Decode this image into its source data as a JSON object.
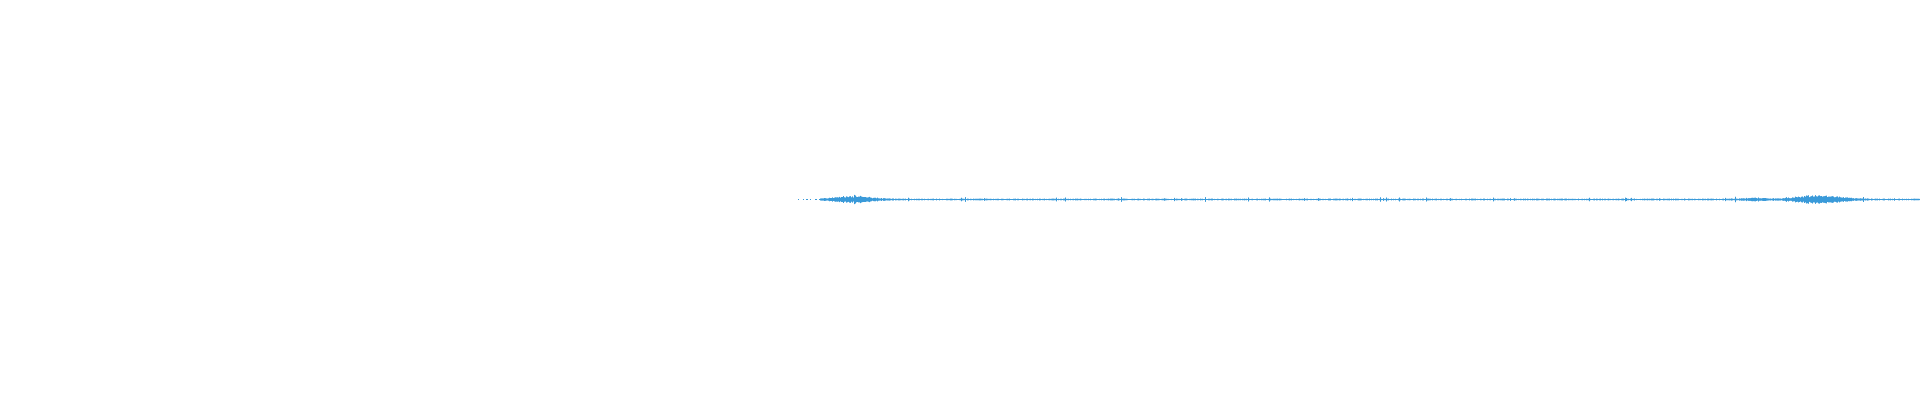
{
  "colors": {
    "background": "#ffffff",
    "waveform": "#3a9ad9"
  },
  "waveform": {
    "played_fraction": 0.0,
    "visible_start_fraction": 0.4155,
    "bursts": [
      {
        "at": 0.0435,
        "strength": 0.55
      },
      {
        "at": 0.056,
        "strength": 0.45
      },
      {
        "at": 0.854,
        "strength": 0.3
      },
      {
        "at": 0.903,
        "strength": 1.0
      },
      {
        "at": 0.928,
        "strength": 0.45
      }
    ]
  }
}
